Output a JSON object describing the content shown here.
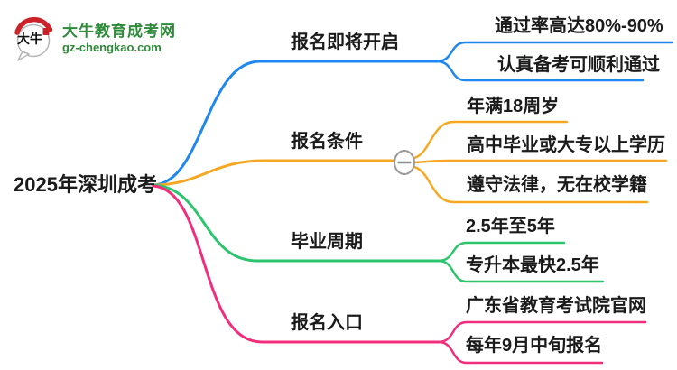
{
  "logo": {
    "bubble_text": "大牛",
    "site_name": "大牛教育成考网",
    "site_url": "gz-chengkao.com",
    "brand_green": "#2e8b3a",
    "brand_red": "#cc2229"
  },
  "mindmap": {
    "root": "2025年深圳成考",
    "branches": [
      {
        "label": "报名即将开启",
        "color": "#1E87F0",
        "children": [
          "通过率高达80%-90%",
          "认真备考可顺利通过"
        ]
      },
      {
        "label": "报名条件",
        "color": "#F6A823",
        "children": [
          "年满18周岁",
          "高中毕业或大专以上学历",
          "遵守法律，无在校学籍"
        ]
      },
      {
        "label": "毕业周期",
        "color": "#2CC56D",
        "children": [
          "2.5年至5年",
          "专升本最快2.5年"
        ]
      },
      {
        "label": "报名入口",
        "color": "#F22D7C",
        "children": [
          "广东省教育考试院官网",
          "每年9月中旬报名"
        ]
      }
    ],
    "collapse_button": {
      "icon": "minus",
      "state": "expanded"
    }
  }
}
